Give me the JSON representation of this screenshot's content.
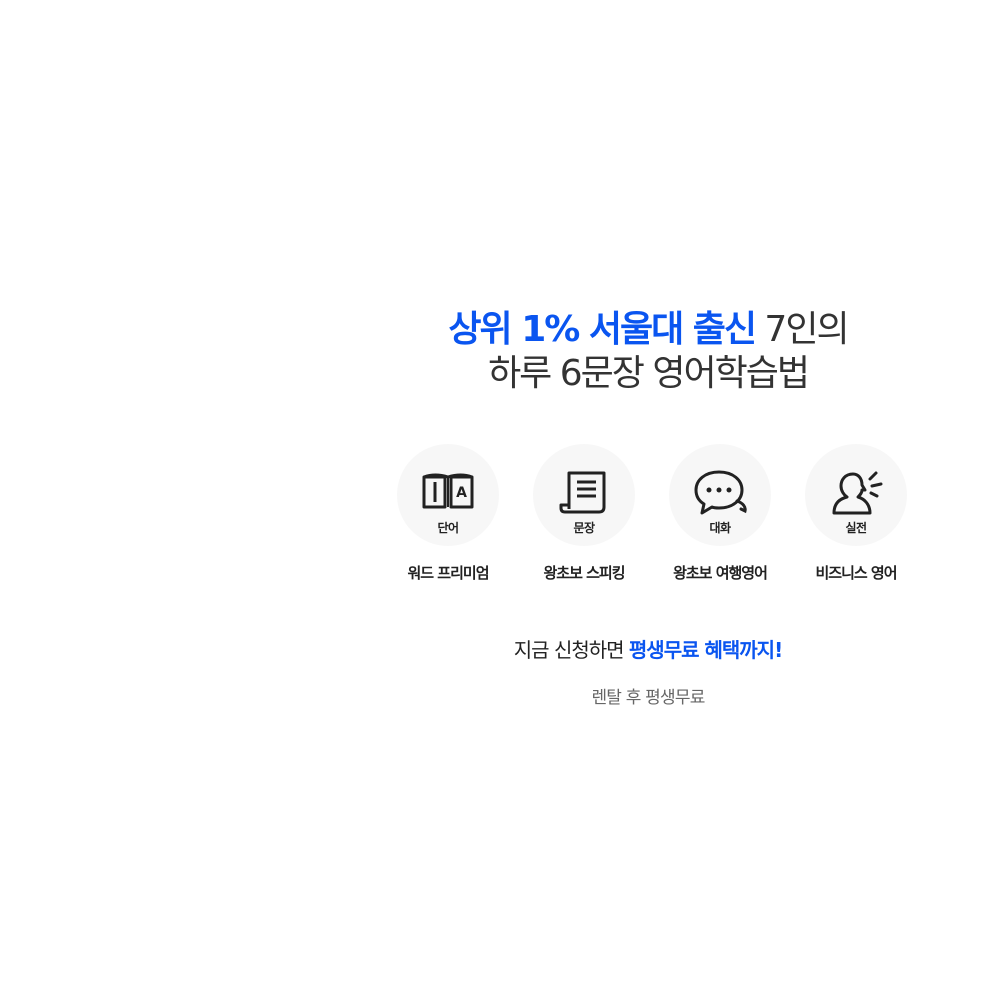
{
  "headline": {
    "line1_accent": "상위 1% 서울대 출신",
    "line1_rest": " 7인의",
    "line2": "하루 6문장 영어학습법"
  },
  "features": [
    {
      "tag": "단어",
      "name": "워드 프리미엄",
      "icon": "open-book-icon"
    },
    {
      "tag": "문장",
      "name": "왕초보 스피킹",
      "icon": "scroll-document-icon"
    },
    {
      "tag": "대화",
      "name": "왕초보 여행영어",
      "icon": "speech-bubbles-icon"
    },
    {
      "tag": "실전",
      "name": "비즈니스 영어",
      "icon": "speaking-person-icon"
    }
  ],
  "cta": {
    "prefix": "지금 신청하면 ",
    "accent": "평생무료 혜택까지!"
  },
  "sub": "렌탈 후 평생무료",
  "colors": {
    "accent": "#0a55f0",
    "text": "#222222",
    "muted": "#666666",
    "circle_bg": "#f7f7f7"
  }
}
